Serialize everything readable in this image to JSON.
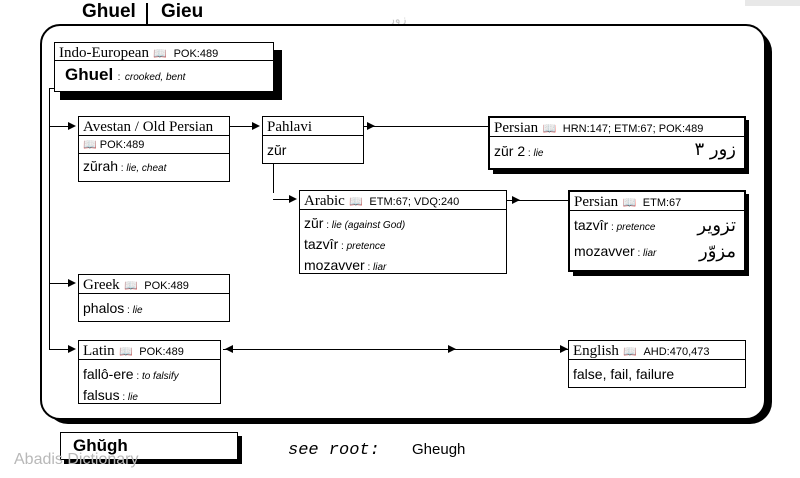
{
  "header": {
    "left": "Ghuel",
    "right": "Gieu"
  },
  "watermark_top": "زور",
  "watermark_bottom": "Abadis Dictionary",
  "book_icon": "open-book-icon",
  "boxes": {
    "indo_european": {
      "lang": "Indo-European",
      "ref": "POK:489",
      "root": "Ghuel",
      "gloss": "crooked, bent"
    },
    "avestan": {
      "lang": "Avestan / Old Persian",
      "ref": "POK:489",
      "word": "zŭrah",
      "gloss": "lie, cheat"
    },
    "pahlavi": {
      "lang": "Pahlavi",
      "word": "zŭr"
    },
    "persian1": {
      "lang": "Persian",
      "ref": "HRN:147; ETM:67; POK:489",
      "word": "zŭr 2",
      "gloss": "lie",
      "arabic": "زور ٣"
    },
    "arabic": {
      "lang": "Arabic",
      "ref": "ETM:67; VDQ:240",
      "rows": [
        {
          "word": "zŭr",
          "gloss": "lie (against God)"
        },
        {
          "word": "tazvîr",
          "gloss": "pretence"
        },
        {
          "word": "mozavver",
          "gloss": "liar"
        }
      ]
    },
    "persian2": {
      "lang": "Persian",
      "ref": "ETM:67",
      "rows": [
        {
          "word": "tazvîr",
          "gloss": "pretence",
          "arabic": "تزویر"
        },
        {
          "word": "mozavver",
          "gloss": "liar",
          "arabic": "مزوّر"
        }
      ]
    },
    "greek": {
      "lang": "Greek",
      "ref": "POK:489",
      "word": "phalos",
      "gloss": "lie"
    },
    "latin": {
      "lang": "Latin",
      "ref": "POK:489",
      "rows": [
        {
          "word": "fallô-ere",
          "gloss": "to falsify"
        },
        {
          "word": "falsus",
          "gloss": "lie"
        }
      ]
    },
    "english": {
      "lang": "English",
      "ref": "AHD:470,473",
      "word": "false, fail, failure"
    }
  },
  "footer": {
    "root": "Ghŭgh",
    "see_root_label": "see root:",
    "see_root_value": "Gheugh"
  }
}
